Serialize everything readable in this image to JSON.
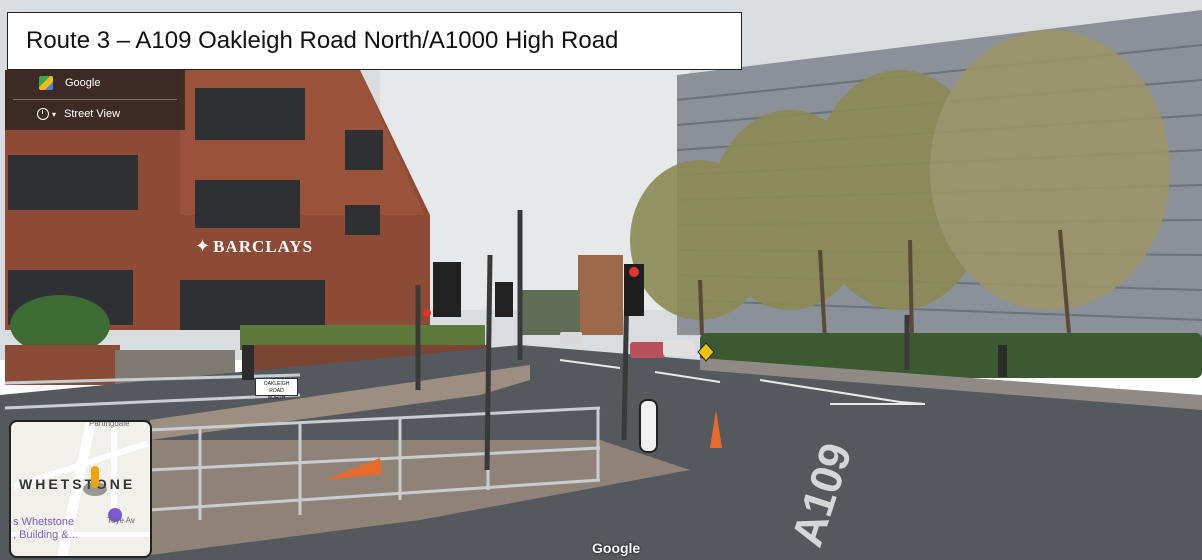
{
  "caption": "Route 3 – A109 Oakleigh Road North/A1000 High Road",
  "google_header": {
    "brand_label": "Google",
    "view_label": "Street View"
  },
  "scene": {
    "shop_sign": "BARCLAYS",
    "street_sign_line1": "OAKLEIGH ROAD",
    "street_sign_line2": "NORTH",
    "road_marking": "A109"
  },
  "minimap": {
    "place_label": "WHETSTONE",
    "poi_label_line1": "s Whetstone",
    "poi_label_line2": ", Building &...",
    "side_label": "Toye Av",
    "top_label": "Partingdale"
  },
  "watermark": "Google",
  "icons": [
    "google-maps-icon",
    "history-clock-icon",
    "pegman-icon",
    "poi-marker-icon"
  ],
  "colors": {
    "caption_border": "#222222",
    "header_bg": "#1e1e1e",
    "pegman": "#f4a400",
    "poi": "#7a5ad0"
  }
}
